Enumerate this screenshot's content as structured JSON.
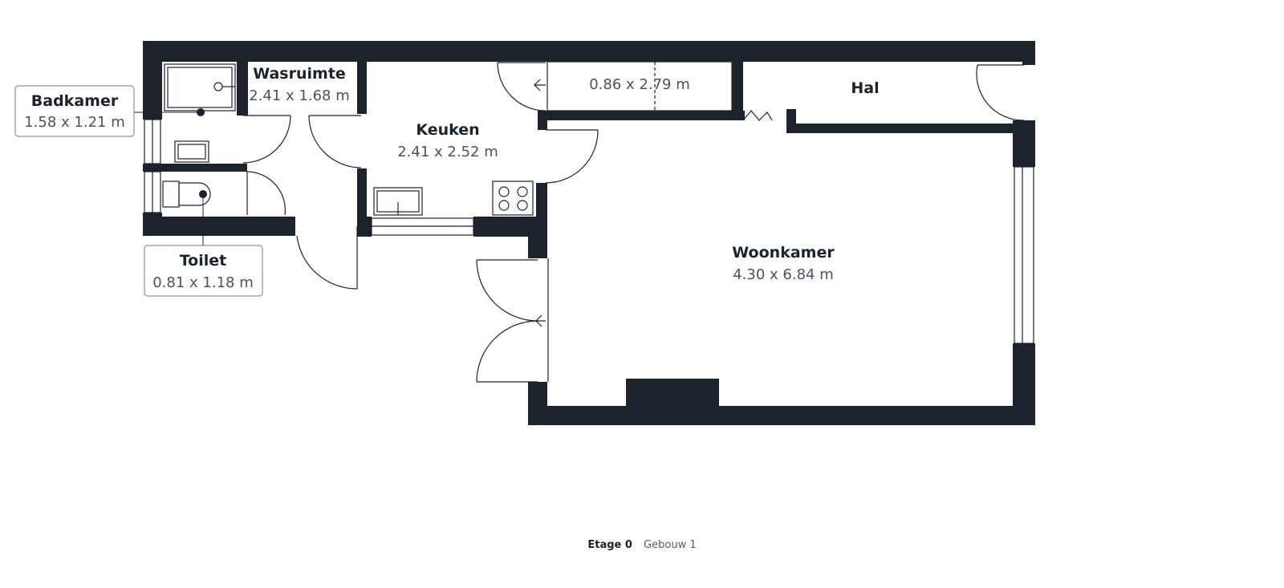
{
  "colors": {
    "wall": "#1c232d",
    "line": "#1c232d",
    "label_border": "#8a939e",
    "dim_text": "#4a5360"
  },
  "rooms": {
    "badkamer": {
      "name": "Badkamer",
      "dims": "1.58 x 1.21 m"
    },
    "wasruimte": {
      "name": "Wasruimte",
      "dims": "2.41 x 1.68 m"
    },
    "keuken": {
      "name": "Keuken",
      "dims": "2.41 x 2.52 m"
    },
    "berging": {
      "dims": "0.86 x 2.79 m"
    },
    "hal": {
      "name": "Hal"
    },
    "woonkamer": {
      "name": "Woonkamer",
      "dims": "4.30 x 6.84 m"
    },
    "toilet": {
      "name": "Toilet",
      "dims": "0.81 x 1.18 m"
    }
  },
  "footer": {
    "floor": "Etage 0",
    "building": "Gebouw 1"
  }
}
